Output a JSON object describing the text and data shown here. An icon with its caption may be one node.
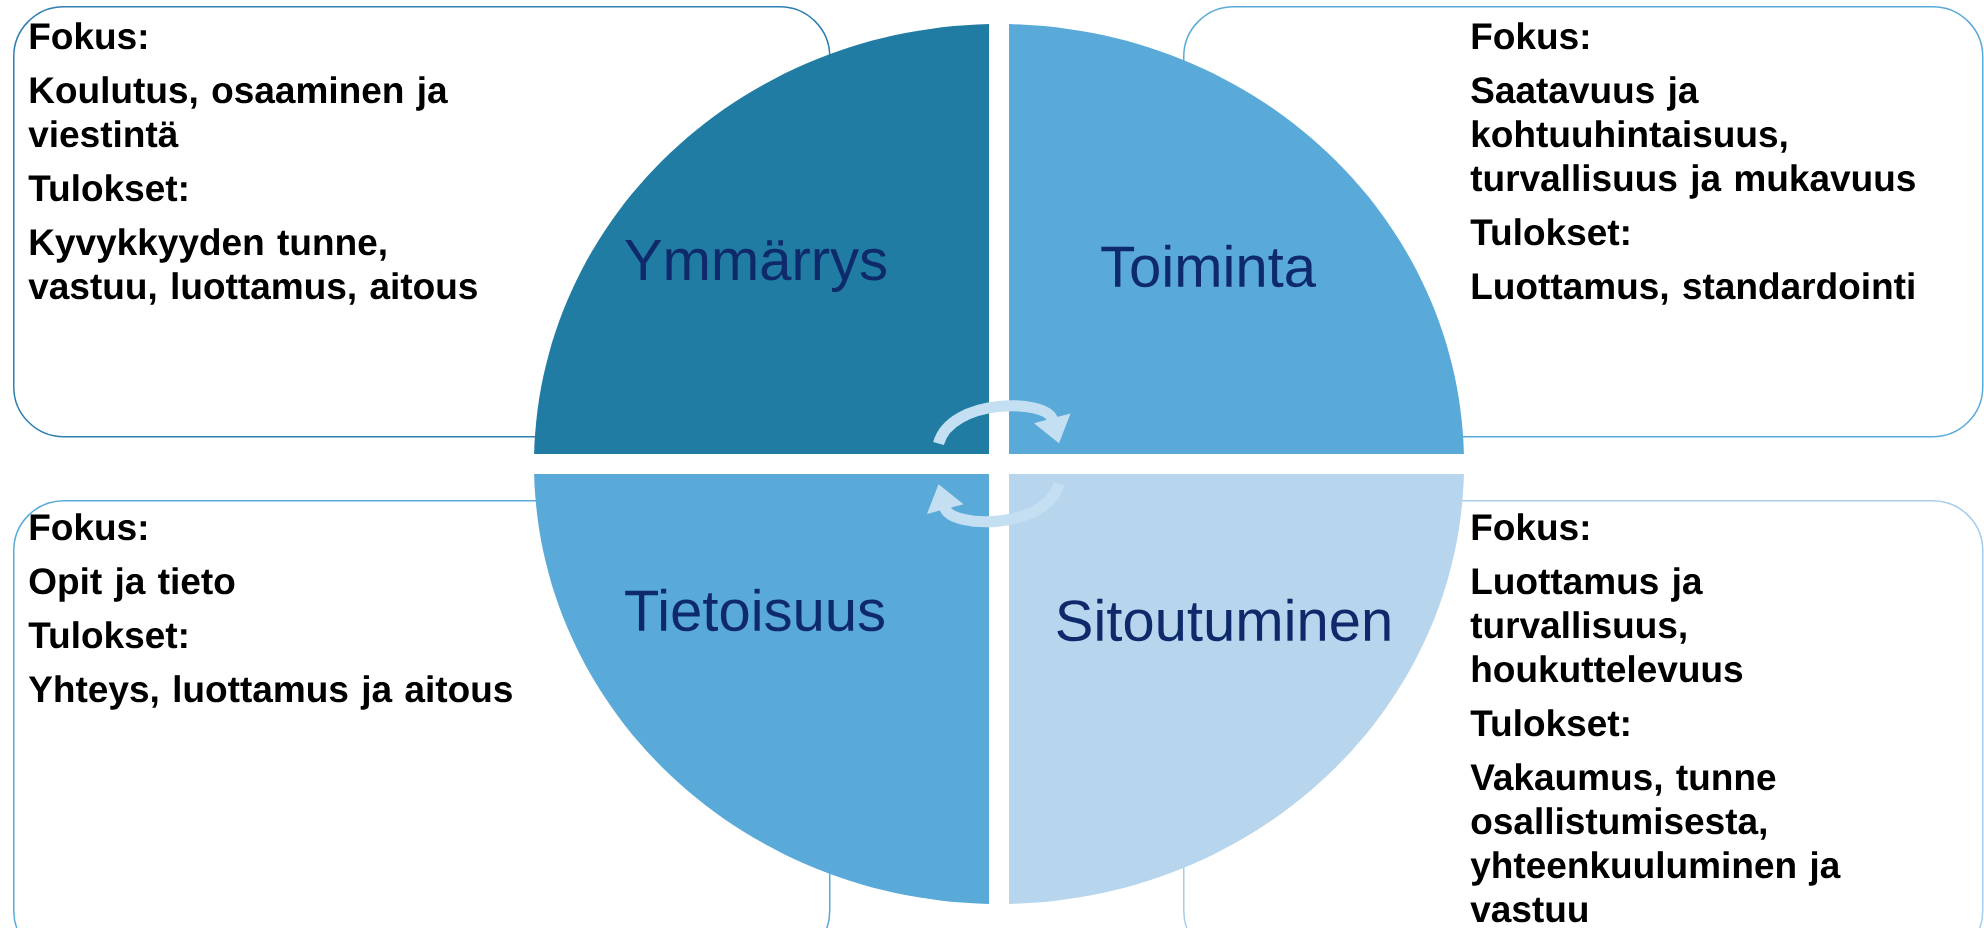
{
  "diagram": {
    "nodes": [
      {
        "text": [
          "Fokus:",
          "Koulutus, osaaminen ja viestintä",
          "Tulokset:",
          "Kyvykkyyden tunne, vastuu, luottamus, aitous"
        ]
      },
      {
        "text": [
          "Ymmärrys"
        ]
      },
      {
        "text": [
          "Toiminta"
        ]
      },
      {
        "text": [
          "Fokus:",
          "Saatavuus ja kohtuuhintaisuus, turvallisuus ja mukavuus",
          "Tulokset:",
          "Luottamus, standardointi"
        ]
      },
      {
        "text": [
          "Fokus:",
          "Opit ja tieto",
          "Tulokset:",
          "Yhteys, luottamus ja aitous"
        ]
      },
      {
        "text": [
          "Tietoisuus"
        ]
      },
      {
        "text": [
          "Sitoutuminen"
        ]
      },
      {
        "text": [
          "Fokus:",
          "Luottamus ja turvallisuus, houkuttelevuus",
          "Tulokset:",
          "Vakaumus, tunne osallistumisesta, yhteenkuuluminen ja vastuu"
        ]
      }
    ],
    "edges": [
      {
        "from": 1,
        "to": 2,
        "arrow": "to"
      },
      {
        "from": 6,
        "to": 5,
        "arrow": "to"
      }
    ]
  }
}
